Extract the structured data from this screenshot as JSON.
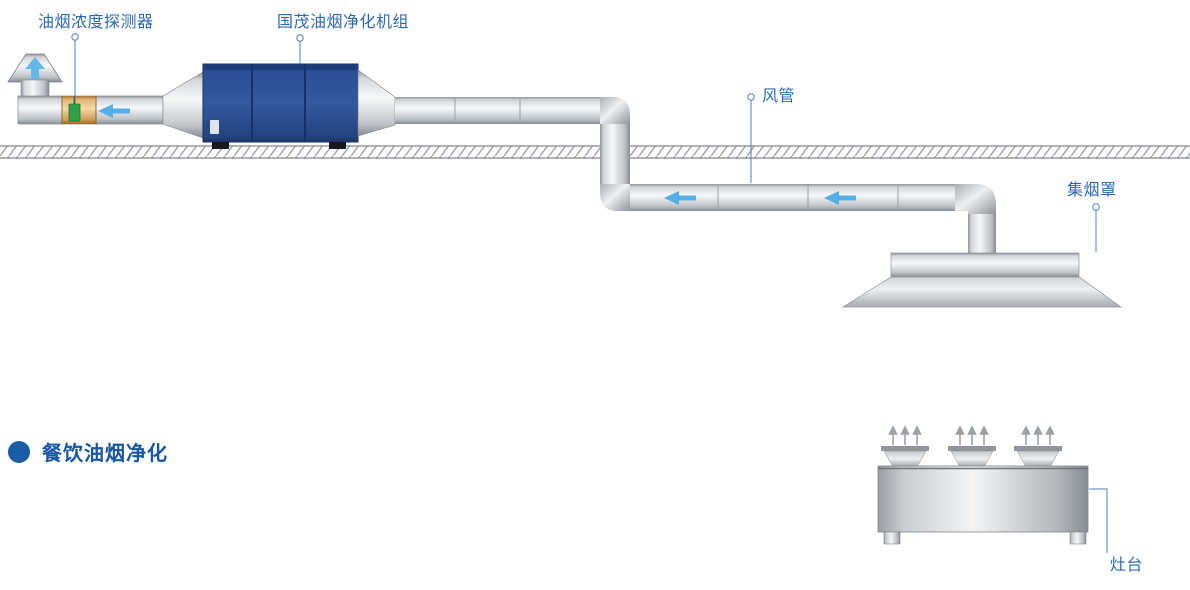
{
  "labels": {
    "detector": "油烟浓度探测器",
    "purifier": "国茂油烟净化机组",
    "duct": "风管",
    "hood": "集烟罩",
    "stove": "灶台"
  },
  "section": {
    "title": "餐饮油烟净化"
  },
  "colors": {
    "label_blue": "#2a6ab4",
    "title_blue": "#1656a4",
    "bullet_blue": "#1b5ca8",
    "unit_blue": "#2b4e96",
    "duct_gray": "#d4d7da",
    "flow_arrow_blue": "#55aee5",
    "detector_section_orange": "#e8bc82",
    "detector_device_green": "#2fa044",
    "callout_blue": "#4a80bd"
  },
  "icons": {
    "flow_arrow": "left-arrow-icon",
    "exhaust_arrow": "up-arrow-icon",
    "steam_arrow": "up-arrow-icon",
    "section_marker": "circle-bullet-icon"
  }
}
